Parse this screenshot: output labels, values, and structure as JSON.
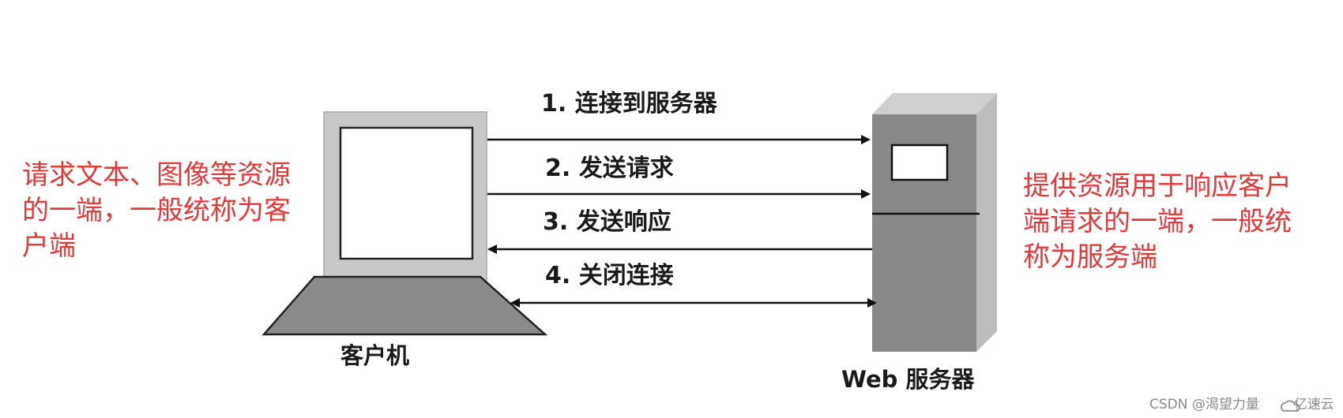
{
  "annotations": {
    "client_description": "请求文本、图像等资源的一端，一般统称为客户端",
    "server_description": "提供资源用于响应客户端请求的一端，一般统称为服务端"
  },
  "steps": [
    {
      "label": "1. 连接到服务器"
    },
    {
      "label": "2. 发送请求"
    },
    {
      "label": "3. 发送响应"
    },
    {
      "label": "4. 关闭连接"
    }
  ],
  "devices": {
    "client_label": "客户机",
    "server_label": "Web 服务器"
  },
  "watermark": {
    "author": "CSDN @渴望力量",
    "brand": "亿速云"
  },
  "colors": {
    "annotation": "#e03a3a",
    "monitor_frame": "#c8c8c8",
    "keyboard_base": "#8a8a8a",
    "server_body": "#888888",
    "arrow": "#111111"
  }
}
